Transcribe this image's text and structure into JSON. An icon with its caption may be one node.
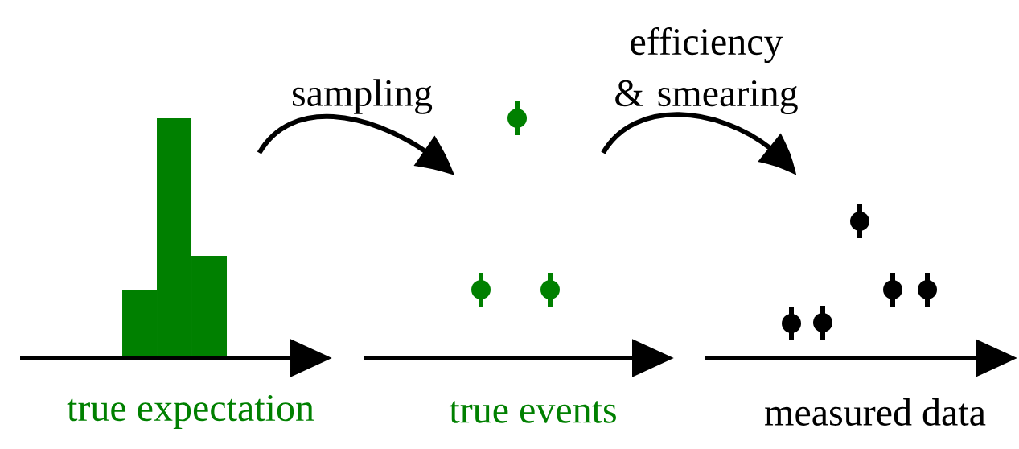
{
  "diagram": {
    "nodes": [
      {
        "text": [
          "true expectation"
        ]
      },
      {
        "text": [
          "true events"
        ]
      },
      {
        "text": [
          "measured data"
        ]
      }
    ],
    "edges": [
      {
        "from": 0,
        "to": 1,
        "arrow": "to",
        "label": "sampling"
      },
      {
        "from": 1,
        "to": 2,
        "arrow": "to",
        "label": "efficiency & smearing"
      }
    ]
  }
}
